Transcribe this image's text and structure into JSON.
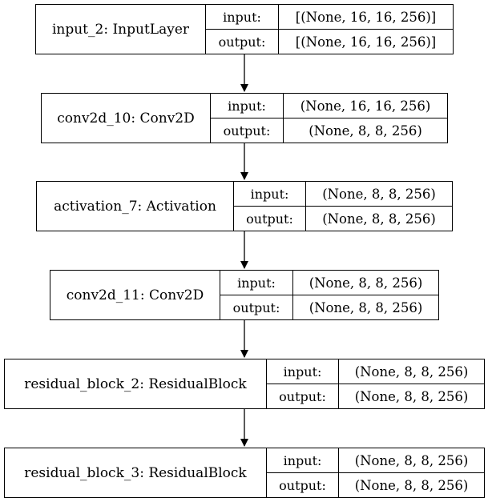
{
  "diagram": {
    "port_labels": {
      "input": "input:",
      "output": "output:"
    },
    "layers": [
      {
        "name": "input_2: InputLayer",
        "input": "[(None, 16, 16, 256)]",
        "output": "[(None, 16, 16, 256)]"
      },
      {
        "name": "conv2d_10: Conv2D",
        "input": "(None, 16, 16, 256)",
        "output": "(None, 8, 8, 256)"
      },
      {
        "name": "activation_7: Activation",
        "input": "(None, 8, 8, 256)",
        "output": "(None, 8, 8, 256)"
      },
      {
        "name": "conv2d_11: Conv2D",
        "input": "(None, 8, 8, 256)",
        "output": "(None, 8, 8, 256)"
      },
      {
        "name": "residual_block_2: ResidualBlock",
        "input": "(None, 8, 8, 256)",
        "output": "(None, 8, 8, 256)"
      },
      {
        "name": "residual_block_3: ResidualBlock",
        "input": "(None, 8, 8, 256)",
        "output": "(None, 8, 8, 256)"
      }
    ]
  }
}
